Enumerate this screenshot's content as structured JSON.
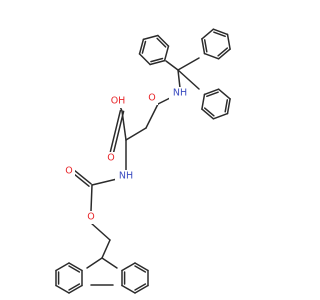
{
  "colors": {
    "bond": "#2b2b2b",
    "oxygen": "#e8262a",
    "nitrogen": "#3b4cc0"
  },
  "labels": {
    "oh": "OH",
    "o_acid": "O",
    "o_amide": "O",
    "nh_trityl": "NH",
    "nh_carbamate": "NH",
    "o_carbamate_carbonyl": "O",
    "o_ester": "O"
  }
}
